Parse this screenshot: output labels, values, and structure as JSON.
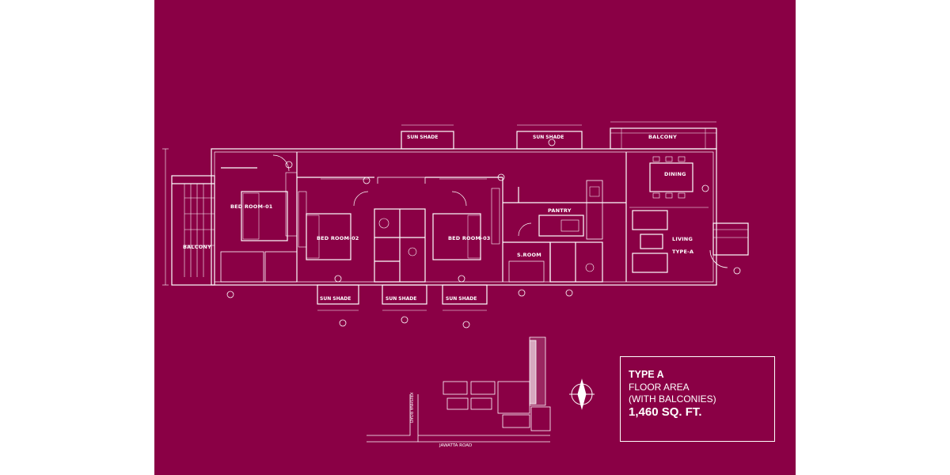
{
  "rooms": {
    "bed_room_01": "BED ROOM-01",
    "bed_room_02": "BED ROOM-02",
    "bed_room_03": "BED ROOM-03",
    "pantry": "PANTRY",
    "dining": "DINING",
    "living": "LIVING",
    "type_a_label": "TYPE-A",
    "s_room": "S.ROOM",
    "balcony_left": "BALCONY",
    "balcony_right": "BALCONY"
  },
  "sun_shades": {
    "top_1": "SUN SHADE",
    "top_2": "SUN SHADE",
    "bottom_1": "SUN SHADE",
    "bottom_2": "SUN SHADE",
    "bottom_3": "SUN SHADE"
  },
  "info": {
    "type": "TYPE A",
    "floor_area": "FLOOR AREA",
    "with_balconies": "(WITH BALCONIES)",
    "area_value": "1,460 SQ. FT."
  },
  "site": {
    "road_bottom": "JAWATTA ROAD",
    "road_side": "KRISHNA ROAD"
  },
  "colors": {
    "background": "#8a0045",
    "lines": "#ffffff"
  },
  "icons": {
    "north": "north-arrow-icon"
  }
}
